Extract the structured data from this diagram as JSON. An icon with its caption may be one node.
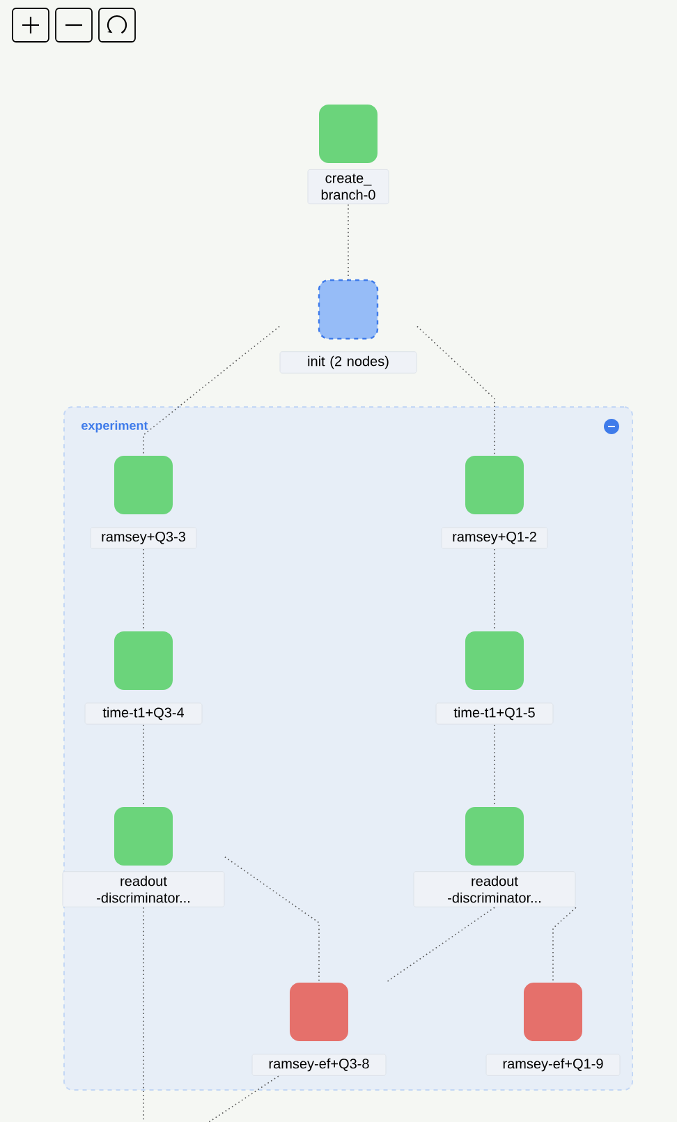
{
  "diagram": {
    "nodes": [
      {
        "text": [
          "create_ branch-0"
        ]
      },
      {
        "text": [
          "init (2 nodes)"
        ]
      },
      {
        "text": [
          "experiment"
        ]
      },
      {
        "text": [
          "ramsey+Q3-3"
        ],
        "in": 2
      },
      {
        "text": [
          "ramsey+Q1-2"
        ],
        "in": 2
      },
      {
        "text": [
          "time-t1+Q3-4"
        ],
        "in": 2
      },
      {
        "text": [
          "time-t1+Q1-5"
        ],
        "in": 2
      },
      {
        "text": [
          "readout -discriminator..."
        ],
        "in": 2
      },
      {
        "text": [
          "readout -discriminator..."
        ],
        "in": 2
      },
      {
        "text": [
          "ramsey-ef+Q3-8"
        ],
        "in": 2
      },
      {
        "text": [
          "ramsey-ef+Q1-9"
        ],
        "in": 2
      }
    ],
    "edges": [
      {
        "from": 0,
        "to": 1,
        "arrow": "none"
      },
      {
        "from": 1,
        "to": 3,
        "arrow": "none"
      },
      {
        "from": 1,
        "to": 4,
        "arrow": "none"
      },
      {
        "from": 3,
        "to": 5,
        "arrow": "none"
      },
      {
        "from": 4,
        "to": 6,
        "arrow": "none"
      },
      {
        "from": 5,
        "to": 7,
        "arrow": "none"
      },
      {
        "from": 6,
        "to": 8,
        "arrow": "none"
      },
      {
        "from": 7,
        "to": 9,
        "arrow": "none"
      },
      {
        "from": 8,
        "to": 9,
        "arrow": "none"
      },
      {
        "from": 8,
        "to": 10,
        "arrow": "none"
      },
      {
        "from": 7,
        "to": null,
        "arrow": "none"
      },
      {
        "from": 9,
        "to": null,
        "arrow": "none"
      }
    ]
  }
}
